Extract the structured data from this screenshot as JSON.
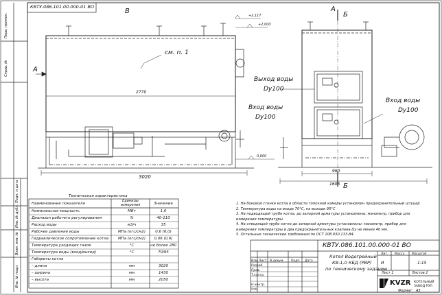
{
  "header_code": "КВТУ.086.101.00.000-01 ВО",
  "margin": {
    "perv_prim": "Перв. примен.",
    "sprav": "Справ. №",
    "podp_data": "Подп. и дата",
    "inv_dubl": "Инв. № дубл.",
    "vzam_inv": "Взам. инв. №",
    "inv_podl": "Инв. № подл."
  },
  "views": {
    "label_v": "В",
    "label_a": "А",
    "label_a2": "А",
    "label_b": "Б",
    "label_b_bottom": "Б",
    "see_note": "см. п. 1",
    "dim_2770": "2770",
    "dim_3020": "3020",
    "dim_960": "960",
    "dim_1605": "1605",
    "elev_2117": "+2,117",
    "elev_2000": "+2,000",
    "elev_0000": "0,000",
    "water_out": "Выход воды",
    "water_out_dy": "Dy100",
    "water_in": "Вход воды",
    "water_in_dy": "Dy100",
    "water_in_right": "Вход воды",
    "water_in_right_dy": "Dy100"
  },
  "tech": {
    "title": "Техническая характеристика",
    "headers": [
      "Наименование показателя",
      "Единицы измерения",
      "Значение"
    ],
    "rows": [
      [
        "Номинальная мощность",
        "МВт",
        "1,0"
      ],
      [
        "Диапазон рабочего регулирования",
        "%",
        "40-110"
      ],
      [
        "Расход воды",
        "м3/ч",
        "35"
      ],
      [
        "Рабочее давление воды",
        "МПа (кгс/см2)",
        "0,6 (6,0)"
      ],
      [
        "Гидравлическое сопротивление котла",
        "МПа (кгс/см2)",
        "0,06 (0,6)"
      ],
      [
        "Температура уходящих газов",
        "°С",
        "не более 280"
      ],
      [
        "Температура воды (вход/выход)",
        "°С",
        "70/95"
      ],
      [
        "Габариты котла",
        "",
        ""
      ],
      [
        "– длина",
        "мм",
        "3020"
      ],
      [
        "– ширина",
        "мм",
        "1430"
      ],
      [
        "– высота",
        "мм",
        "2050"
      ]
    ]
  },
  "notes": [
    "1. На боковой стенке котла в области топочной камеры установлен предохранительный штуцер",
    "2. Температура воды на входе 70°С, на выходе 95°С",
    "3. На подводящей трубе котла, до запорной арматуры установлены: манометр, прибор для",
    "измерения температуры",
    "4. На отводящей трубе котла до запорной арматуры установлены: манометр, прибор для",
    "измерения температуры и два предохранительных клапана  Dy не менее 40 мм.",
    "5. Остальные технические требования по ОСТ 108.030.133-84."
  ],
  "stamp": {
    "code": "КВТУ.086.101.00.000-01 ВО",
    "name_line1": "Котел Водогрейный",
    "name_line2": "КВ-1,0 КБД (РВР)",
    "name_line3": "по техническому заданию",
    "izm": "Изм.",
    "list": "Лист",
    "ndokum": "N докум.",
    "podp": "Подп.",
    "data": "Дата",
    "razrab": "Разраб.",
    "prov": "Пров.",
    "tkontr": "Т.контр.",
    "nkontr": "Н.контр.",
    "utv": "Утв.",
    "lit": "Лит.",
    "massa": "Масса",
    "masshtab": "Масштаб",
    "lit_val": "И",
    "scale": "1:15",
    "sheet": "Лист  1",
    "sheets": "Листов  2",
    "logo": "KVZR",
    "company1": "КОТЕЛЬНЫЙ",
    "company2": "ЗАВОД РЭП",
    "format_label": "Формат",
    "format_val": "А3"
  }
}
